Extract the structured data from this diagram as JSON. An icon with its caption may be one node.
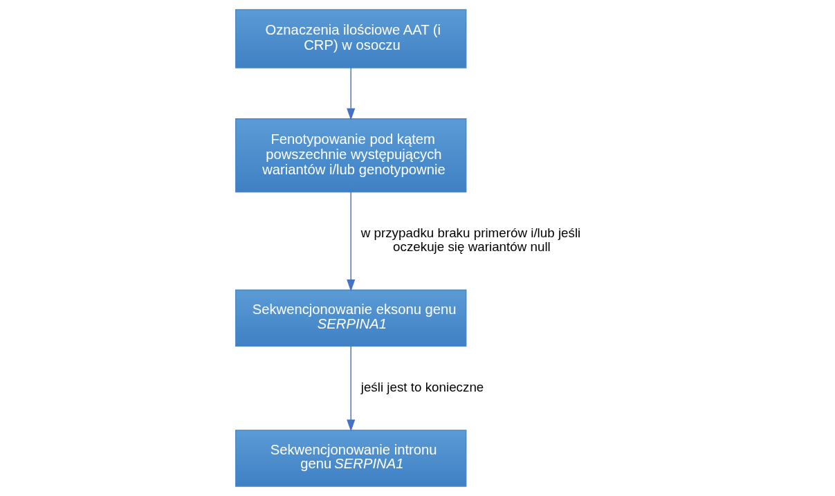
{
  "diagram": {
    "nodes": [
      {
        "text": [
          "Oznaczenia ilościowe AAT (i CRP) w osoczu"
        ]
      },
      {
        "text": [
          "Fenotypowanie pod kątem powszechnie występujących wariantów i/lub genotypownie"
        ]
      },
      {
        "text": [
          "Sekwencjonowanie eksonu genu *SERPINA1*"
        ]
      },
      {
        "text": [
          "Sekwencjonowanie intronu genu *SERPINA1*"
        ]
      }
    ],
    "edges": [
      {
        "from": 0,
        "to": 1,
        "arrow": "to"
      },
      {
        "from": 1,
        "to": 2,
        "arrow": "to",
        "label": "w przypadku braku primerów i/lub jeśli oczekuje się wariantów null"
      },
      {
        "from": 2,
        "to": 3,
        "arrow": "to",
        "label": "jeśli jest to konieczne"
      }
    ]
  }
}
